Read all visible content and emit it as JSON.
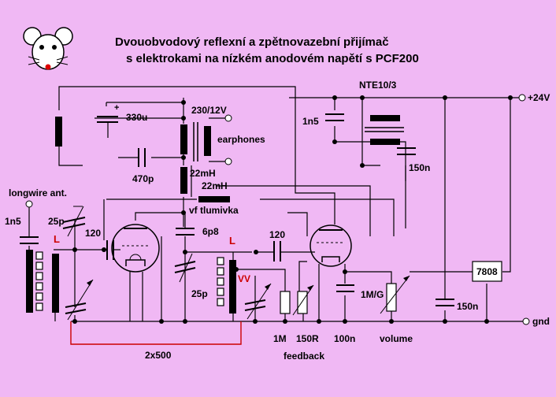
{
  "title": {
    "line1": "Dvouobvodový reflexní a zpětnovazební přijímač",
    "line2": "s elektrokami na nízkém anodovém napětí s PCF200"
  },
  "labels": {
    "c330u": "330u",
    "plus": "+",
    "t230": "230/12V",
    "earphones": "earphones",
    "c470p": "470p",
    "l22mh_a": "22mH",
    "l22mh_b": "22mH",
    "vf": "vf tlumivka",
    "nte": "NTE10/3",
    "c1n5_top": "1n5",
    "c150n_a": "150n",
    "plus24": "+24V",
    "longwire": "longwire ant.",
    "c1n5_ant": "1n5",
    "c25p_a": "25p",
    "L1": "L",
    "c120_a": "120",
    "c6p8": "6p8",
    "c25p_b": "25p",
    "L2": "L",
    "VV": "VV",
    "c120_b": "120",
    "c1mg": "1M/G",
    "reg": "7808",
    "c150n_b": "150n",
    "gnd": "gnd",
    "r1m": "1M",
    "r150r": "150R",
    "c100n": "100n",
    "volume": "volume",
    "feedback": "feedback",
    "c2x500": "2x500"
  },
  "colors": {
    "background": "#f0b8f4",
    "ink": "#000000",
    "accent_red": "#cc0000"
  },
  "icons": [
    "mouse-logo-icon"
  ]
}
